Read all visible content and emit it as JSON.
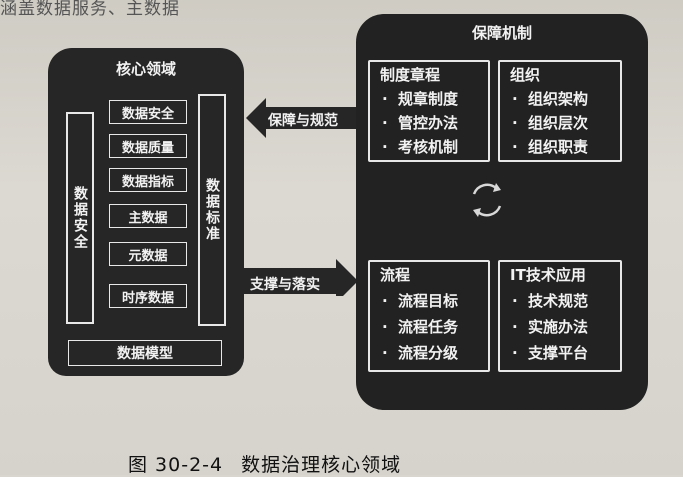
{
  "top_text": "涵盖数据服务、主数据",
  "left_panel": {
    "title": "核心领域",
    "left_bar": "数据安全",
    "right_bar": "数据标准",
    "items": [
      "数据安全",
      "数据质量",
      "数据指标",
      "主数据",
      "元数据",
      "时序数据"
    ],
    "bottom": "数据模型"
  },
  "right_panel": {
    "title": "保障机制",
    "boxes": [
      {
        "title": "制度章程",
        "items": [
          "规章制度",
          "管控办法",
          "考核机制"
        ]
      },
      {
        "title": "组织",
        "items": [
          "组织架构",
          "组织层次",
          "组织职责"
        ]
      },
      {
        "title": "流程",
        "items": [
          "流程目标",
          "流程任务",
          "流程分级"
        ]
      },
      {
        "title": "IT技术应用",
        "items": [
          "技术规范",
          "实施办法",
          "支撑平台"
        ]
      }
    ],
    "bullet": "·"
  },
  "arrows": {
    "top": "保障与规范",
    "bottom": "支撑与落实"
  },
  "caption": {
    "number": "图 30-2-4",
    "text": "数据治理核心领域"
  },
  "colors": {
    "panel": "#262626",
    "line": "#e8e8e8",
    "text": "#f2f2f2"
  }
}
